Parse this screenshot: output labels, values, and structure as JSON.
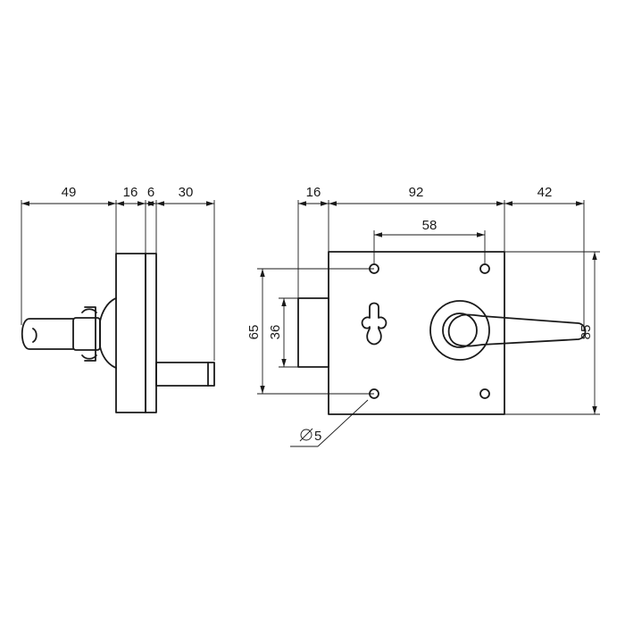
{
  "side_view": {
    "dims": {
      "d49": "49",
      "d16": "16",
      "d6": "6",
      "d30": "30"
    }
  },
  "front_view": {
    "dims": {
      "d16": "16",
      "d92": "92",
      "d42": "42",
      "d58": "58",
      "d65": "65",
      "d36": "36",
      "d85": "85",
      "hole_diameter": "5"
    }
  }
}
